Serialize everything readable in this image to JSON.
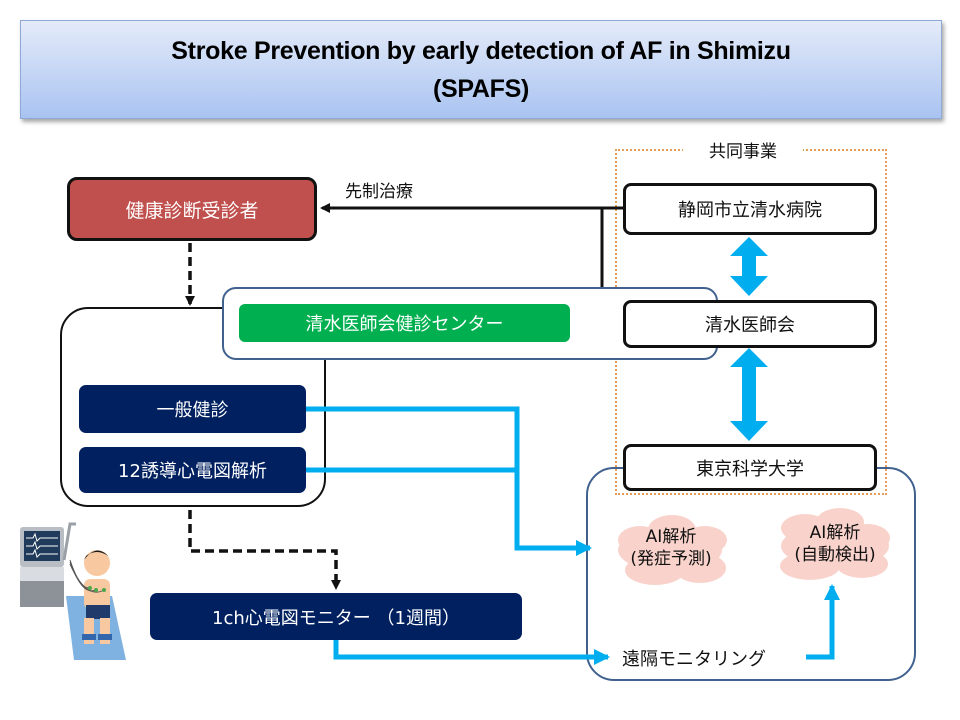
{
  "title": {
    "line1": "Stroke Prevention by early detection of AF in Shimizu",
    "line2": "(SPAFS)"
  },
  "nodes": {
    "recipient": "健康診断受診者",
    "preemptive_treatment": "先制治療",
    "joint_project": "共同事業",
    "hospital": "静岡市立清水病院",
    "medical_association": "清水医師会",
    "university": "東京科学大学",
    "checkup_center": "清水医師会健診センター",
    "general_checkup": "一般健診",
    "ecg12_analysis": "12誘導心電図解析",
    "monitor_1ch": "1ch心電図モニター （1週間）",
    "ai_prediction": {
      "line1": "AI解析",
      "line2": "(発症予測)"
    },
    "ai_detection": {
      "line1": "AI解析",
      "line2": "(自動検出)"
    },
    "remote_monitoring": "遠隔モニタリング"
  },
  "colors": {
    "recipient_fill": "#c0504d",
    "center_label_fill": "#00b050",
    "navy_fill": "#002060",
    "flow_arrow": "#00aeef",
    "frame_border": "#41618f",
    "joint_border": "#e39d5b",
    "cloud_fill": "#f9d3cb"
  },
  "illustration": {
    "icon": "ecg-patient-illustration"
  }
}
